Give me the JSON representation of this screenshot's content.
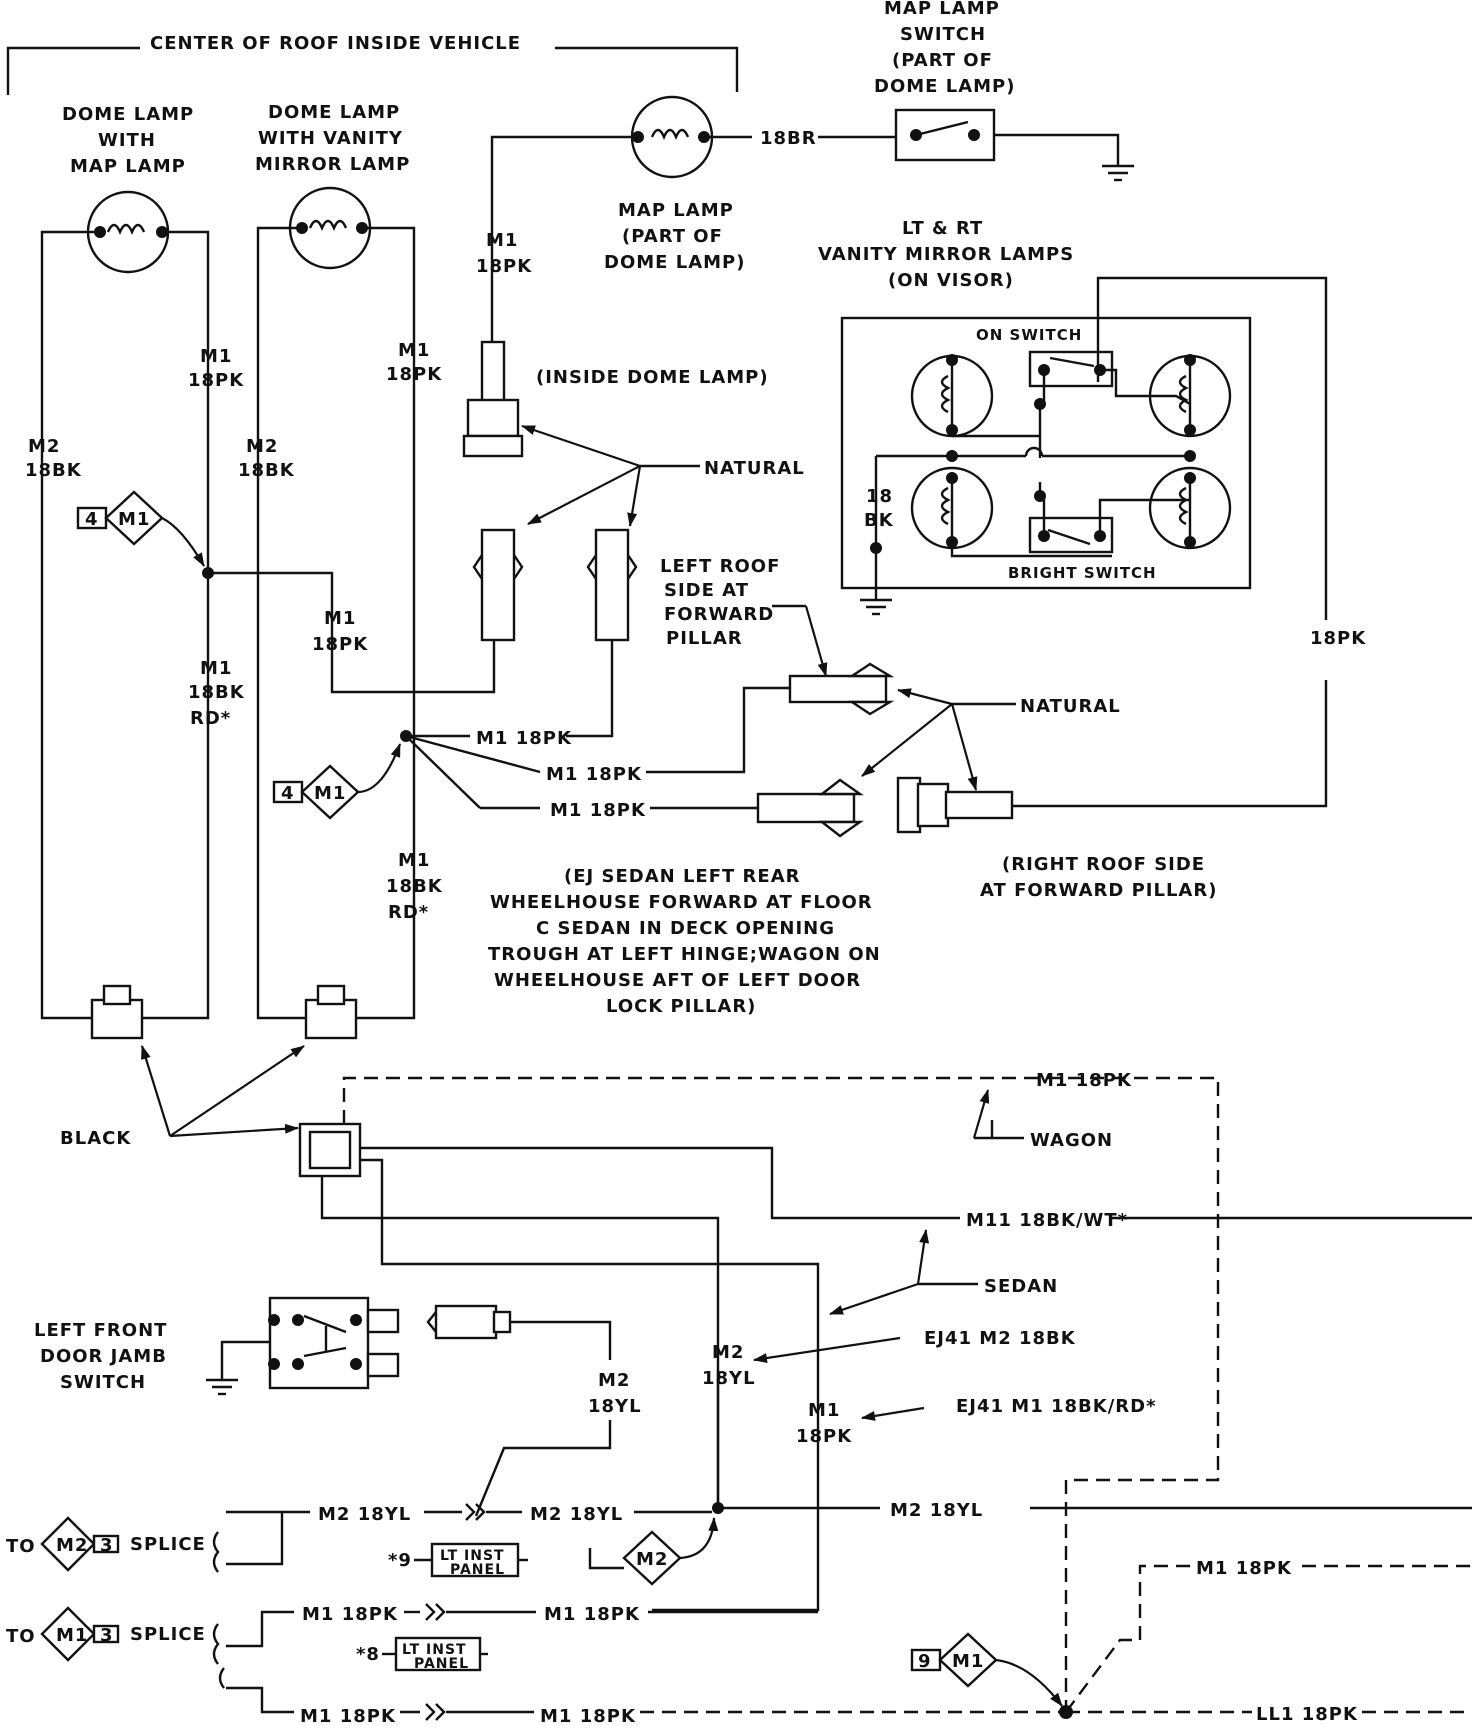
{
  "labels": {
    "center_roof": "CENTER OF ROOF INSIDE VEHICLE",
    "map_lamp_switch": [
      "MAP LAMP",
      "SWITCH",
      "(PART OF",
      "DOME LAMP)"
    ],
    "dome_lamp_map": [
      "DOME LAMP",
      "WITH",
      "MAP LAMP"
    ],
    "dome_lamp_vanity": [
      "DOME LAMP",
      "WITH VANITY",
      "MIRROR LAMP"
    ],
    "map_lamp": [
      "MAP LAMP",
      "(PART OF",
      "DOME LAMP)"
    ],
    "vanity_lamps": [
      "LT & RT",
      "VANITY MIRROR LAMPS",
      "(ON VISOR)"
    ],
    "on_switch": "ON SWITCH",
    "bright_switch": "BRIGHT SWITCH",
    "inside_dome": "(INSIDE DOME LAMP)",
    "natural": "NATURAL",
    "natural2": "NATURAL",
    "left_roof": [
      "LEFT ROOF",
      "SIDE AT",
      "FORWARD",
      "PILLAR"
    ],
    "right_roof": [
      "(RIGHT ROOF SIDE",
      "AT FORWARD PILLAR)"
    ],
    "sedan_note": [
      "(EJ SEDAN LEFT REAR",
      "WHEELHOUSE FORWARD AT FLOOR",
      "C SEDAN IN DECK OPENING",
      "TROUGH AT LEFT HINGE;WAGON ON",
      "WHEELHOUSE AFT OF LEFT DOOR",
      "LOCK PILLAR)"
    ],
    "black": "BLACK",
    "wagon": "WAGON",
    "sedan": "SEDAN",
    "left_front_door": [
      "LEFT FRONT",
      "DOOR JAMB",
      "SWITCH"
    ],
    "ej41_m2": "EJ41 M2 18BK",
    "ej41_m1": "EJ41 M1 18BK/RD*",
    "to": "TO",
    "splice": "SPLICE",
    "lt_inst_panel": [
      "LT INST",
      "PANEL"
    ],
    "pin9": "*9",
    "pin8": "*8"
  },
  "wires": {
    "w18br": "18BR",
    "m1": "M1",
    "w18pk": "18PK",
    "m2": "M2",
    "w18bk": "18BK",
    "w18": "18",
    "bk": "BK",
    "rd": "RD*",
    "m1_18pk": "M1 18PK",
    "m11": "M11 18BK/WT*",
    "m2_18yl": "M2 18YL",
    "w18yl": "18YL",
    "ll1": "LL1 18PK"
  },
  "refs": {
    "m1": "M1",
    "m2": "M2",
    "n4": "4",
    "n3": "3",
    "n9": "9"
  }
}
